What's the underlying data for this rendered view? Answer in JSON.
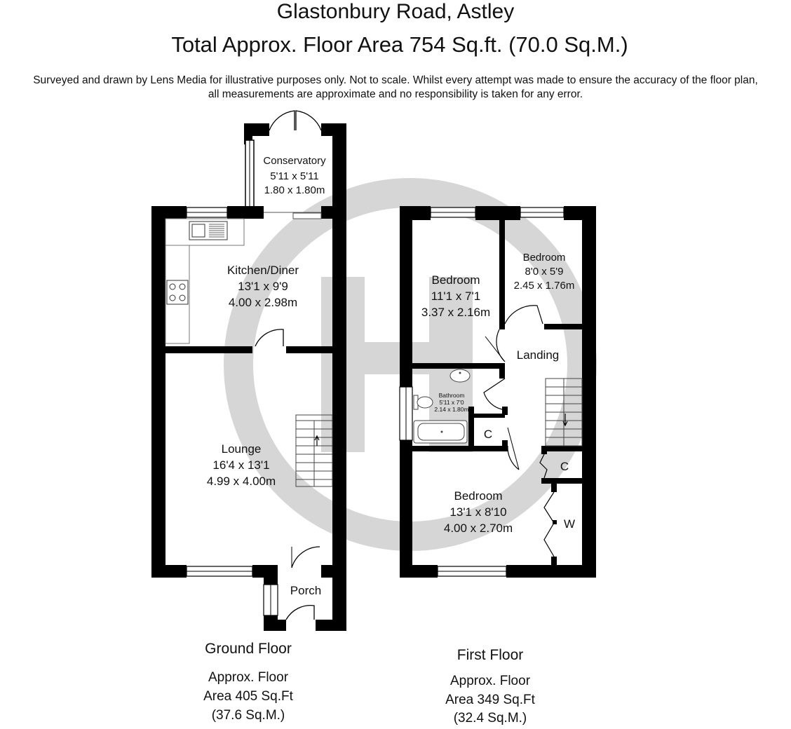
{
  "header": {
    "title": "Glastonbury Road, Astley",
    "subtitle": "Total Approx. Floor Area 754 Sq.ft. (70.0 Sq.M.)",
    "disclaimer_line1": "Surveyed and drawn by Lens Media for illustrative purposes only. Not to scale. Whilst every attempt was made to ensure the accuracy of the floor plan,",
    "disclaimer_line2": "all measurements are approximate and no responsibility is taken for any error."
  },
  "ground_floor": {
    "title": "Ground Floor",
    "area_line1": "Approx. Floor",
    "area_line2": "Area 405 Sq.Ft",
    "area_line3": "(37.6 Sq.M.)",
    "rooms": {
      "conservatory": {
        "name": "Conservatory",
        "imperial": "5'11 x 5'11",
        "metric": "1.80 x 1.80m"
      },
      "kitchen": {
        "name": "Kitchen/Diner",
        "imperial": "13'1 x 9'9",
        "metric": "4.00 x 2.98m"
      },
      "lounge": {
        "name": "Lounge",
        "imperial": "16'4 x 13'1",
        "metric": "4.99 x 4.00m"
      },
      "porch": {
        "name": "Porch"
      }
    }
  },
  "first_floor": {
    "title": "First Floor",
    "area_line1": "Approx. Floor",
    "area_line2": "Area 349 Sq.Ft",
    "area_line3": "(32.4 Sq.M.)",
    "rooms": {
      "bedroom1": {
        "name": "Bedroom",
        "imperial": "11'1 x 7'1",
        "metric": "3.37 x 2.16m"
      },
      "bedroom2": {
        "name": "Bedroom",
        "imperial": "8'0 x 5'9",
        "metric": "2.45 x 1.76m"
      },
      "landing": {
        "name": "Landing"
      },
      "bathroom": {
        "name": "Bathroom",
        "imperial": "5'11 x 7'0",
        "metric": "2.14 x 1.80m"
      },
      "cupboard1": {
        "name": "C"
      },
      "cupboard2": {
        "name": "C"
      },
      "bedroom3": {
        "name": "Bedroom",
        "imperial": "13'1 x 8'10",
        "metric": "4.00 x 2.70m"
      },
      "wardrobe": {
        "name": "W"
      }
    }
  },
  "colors": {
    "walls": "#000000",
    "watermark": "#d6d6d6",
    "window": "#ffffff",
    "fixtures": "#555555"
  }
}
